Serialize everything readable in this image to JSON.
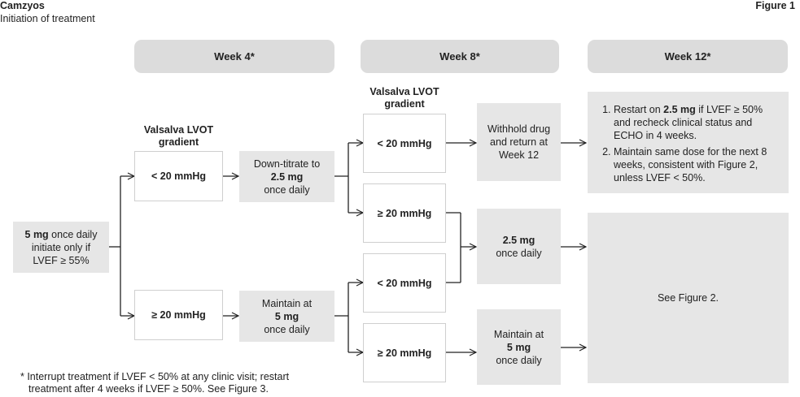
{
  "header": {
    "title": "Camzyos",
    "subtitle": "Initiation of treatment",
    "figure_label": "Figure 1"
  },
  "weeks": {
    "week4": "Week 4*",
    "week8": "Week 8*",
    "week12": "Week 12*"
  },
  "start": {
    "dose": "5 mg",
    "line1_rest": " once daily",
    "line2": "initiate only if",
    "line3": "LVEF ≥ 55%"
  },
  "week4_col": {
    "gradient_label_1": "Valsalva LVOT",
    "gradient_label_2": "gradient",
    "low": "< 20 mmHg",
    "high": "≥ 20 mmHg",
    "low_action_1": "Down-titrate to",
    "low_action_dose": "2.5 mg",
    "low_action_3": "once daily",
    "high_action_1": "Maintain at",
    "high_action_dose": "5 mg",
    "high_action_3": "once daily"
  },
  "week8_col": {
    "gradient_label_1": "Valsalva LVOT",
    "gradient_label_2": "gradient",
    "a_low": "< 20 mmHg",
    "a_high": "≥ 20 mmHg",
    "b_low": "< 20 mmHg",
    "b_high": "≥ 20 mmHg",
    "withhold_1": "Withhold drug",
    "withhold_2": "and return at",
    "withhold_3": "Week 12",
    "mid_dose": "2.5 mg",
    "mid_rest": "once daily",
    "maintain_1": "Maintain at",
    "maintain_dose": "5 mg",
    "maintain_3": "once daily"
  },
  "week12_col": {
    "item1_a": "Restart on ",
    "item1_dose": "2.5 mg",
    "item1_b": " if LVEF ≥ 50% and recheck clinical status and ECHO in 4 weeks.",
    "item2": "Maintain same dose for the next 8 weeks, consistent with Figure 2, unless LVEF < 50%.",
    "see_figure": "See Figure 2."
  },
  "footnote": {
    "line1": "* Interrupt treatment if LVEF < 50% at any clinic visit; restart",
    "line2": "treatment after 4 weeks if LVEF ≥ 50%. See Figure 3."
  },
  "colors": {
    "week_header_bg": "#dcdcdc",
    "box_gray": "#e6e6e6",
    "outline_border": "#cfcfcf",
    "line": "#222222"
  }
}
